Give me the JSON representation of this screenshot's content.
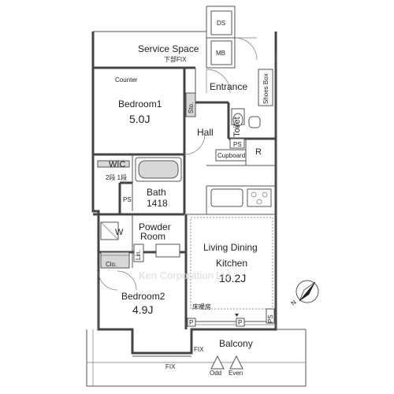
{
  "rooms": {
    "service_space": "Service Space",
    "service_fix": "下部FIX",
    "ds": "DS",
    "mb": "MB",
    "counter": "Counter",
    "entrance": "Entrance",
    "shoes_box": "Shoes Box",
    "sto": "Sto.",
    "bedroom1": "Bedroom1",
    "bedroom1_size": "5.0J",
    "hall": "Hall",
    "toilet": "Toilet",
    "ps_upper": "PS",
    "r": "R",
    "cupboard": "Cupboard",
    "wic": "WIC",
    "wic_shelves": "2段 1段",
    "bath": "Bath",
    "bath_size": "1418",
    "ps_left": "PS",
    "w": "W",
    "powder_room": "Powder",
    "powder_room_2": "Room",
    "lin": "Lin.",
    "clo": "Clo.",
    "ldk_1": "Living Dining",
    "ldk_2": "Kitchen",
    "ldk_size": "10.2J",
    "floor_heating": "床暖房",
    "bedroom2": "Bedroom2",
    "bedroom2_size": "4.9J",
    "p_left": "P",
    "p_right": "P",
    "ps_balcony": "PS",
    "balcony": "Balcony",
    "fix_side": "FIX",
    "fix_bottom": "FIX",
    "odd": "Odd",
    "even": "Even",
    "north": "N",
    "watermark": "Ken Corporation Ltd"
  }
}
